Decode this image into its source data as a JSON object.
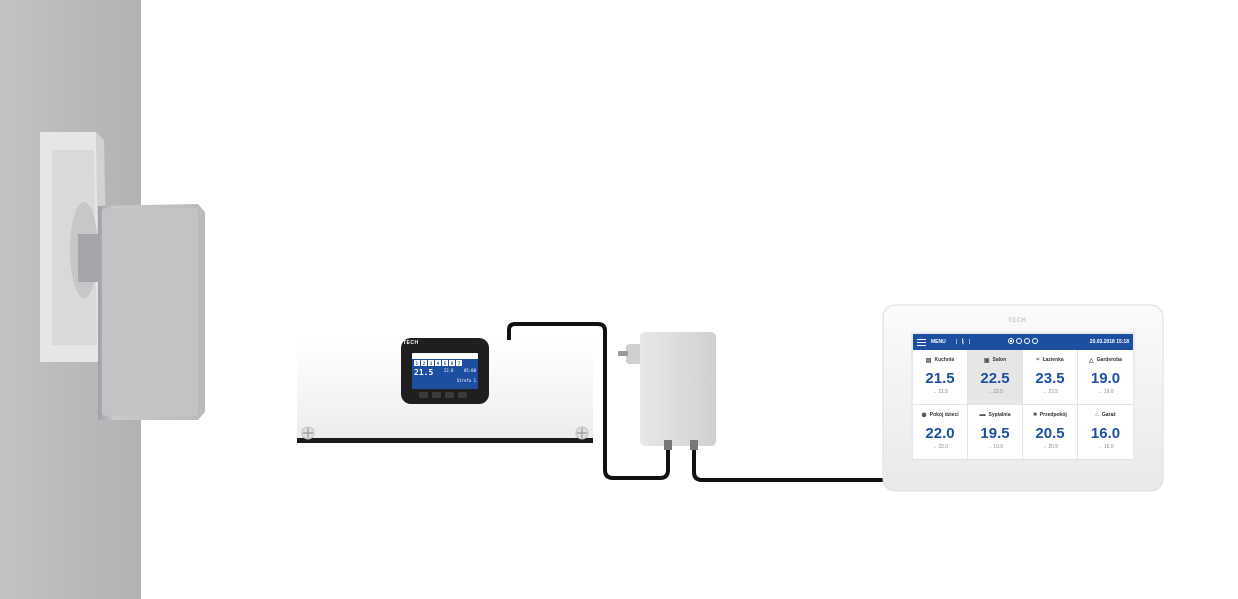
{
  "brand": "TECH",
  "controller": {
    "zones": [
      "1",
      "2",
      "3",
      "4",
      "5",
      "6",
      "7"
    ],
    "display_temp": "21.5",
    "display_set": "22.0",
    "display_time": "05:00",
    "display_zone": "Strefa 1"
  },
  "panel": {
    "menu_label": "MENU",
    "datetime": "20.03.2018 15:18",
    "rooms": [
      {
        "name": "Kuchnia",
        "temp": "21.5",
        "set": "→ 21.5",
        "icon": "fridge-icon",
        "active": false
      },
      {
        "name": "Salon",
        "temp": "22.5",
        "set": "→ 22.5",
        "icon": "sofa-icon",
        "active": true
      },
      {
        "name": "Łazienka",
        "temp": "23.5",
        "set": "→ 23.5",
        "icon": "bath-icon",
        "active": false
      },
      {
        "name": "Garderoba",
        "temp": "19.0",
        "set": "→ 19.0",
        "icon": "hanger-icon",
        "active": false
      },
      {
        "name": "Pokój dzieci",
        "temp": "22.0",
        "set": "→ 22.0",
        "icon": "kids-icon",
        "active": false
      },
      {
        "name": "Sypialnia",
        "temp": "19.5",
        "set": "→ 19.0",
        "icon": "bed-icon",
        "active": false
      },
      {
        "name": "Przedpokój",
        "temp": "20.5",
        "set": "→ 20.5",
        "icon": "door-icon",
        "active": false
      },
      {
        "name": "Garaż",
        "temp": "16.0",
        "set": "→ 16.0",
        "icon": "garage-icon",
        "active": false
      }
    ]
  },
  "colors": {
    "accent": "#1d4fa0",
    "wall": "#b9b9bb"
  }
}
